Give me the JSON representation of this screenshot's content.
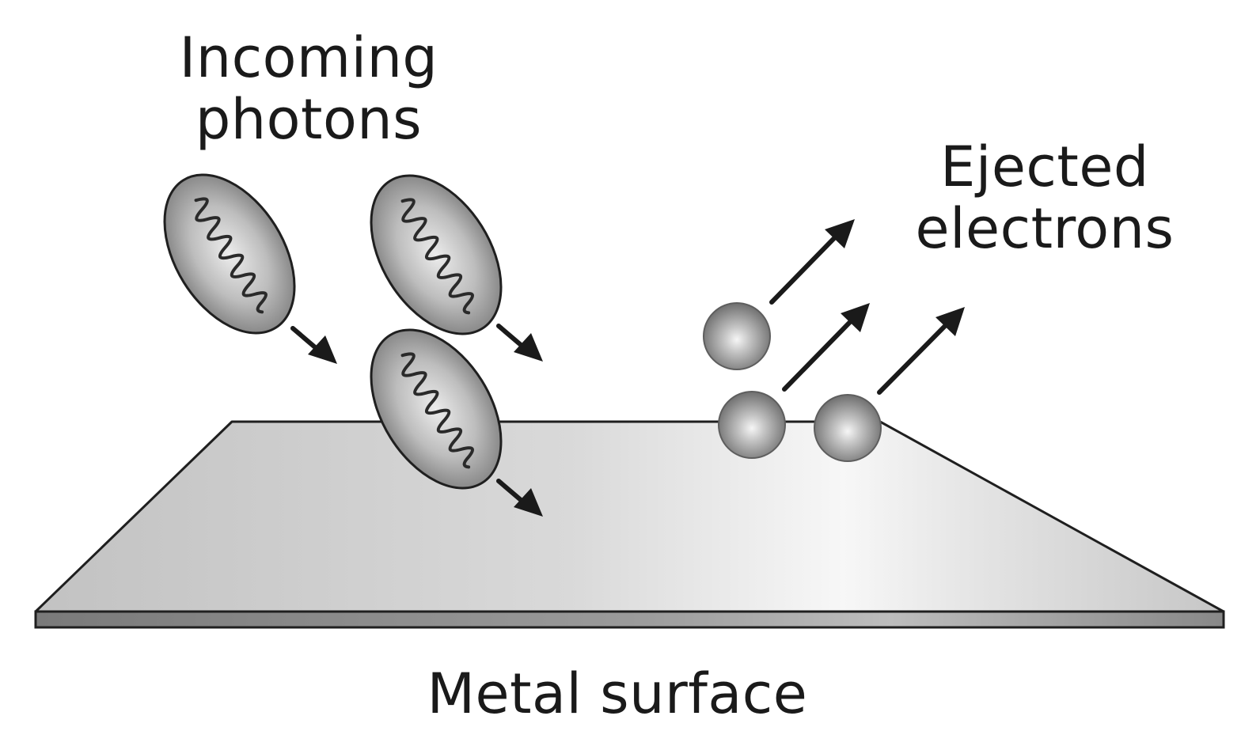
{
  "labels": {
    "photons_line1": "Incoming",
    "photons_line2": "photons",
    "electrons_line1": "Ejected",
    "electrons_line2": "electrons",
    "metal": "Metal surface"
  },
  "counts": {
    "photons": 3,
    "electrons": 3
  },
  "colors": {
    "outline": "#1f1f1f",
    "arrow": "#1a1a1a",
    "plate_light": "#f6f6f6",
    "plate_dark": "#c4c4c4",
    "photon_center": "#e6e6e6",
    "photon_edge": "#7e7e7e",
    "electron_center": "#f4f4f4",
    "electron_edge": "#6f6f6f"
  },
  "icons": {
    "photon": "photon-wave-packet-icon",
    "electron": "electron-sphere-icon",
    "arrow": "arrow-icon"
  }
}
